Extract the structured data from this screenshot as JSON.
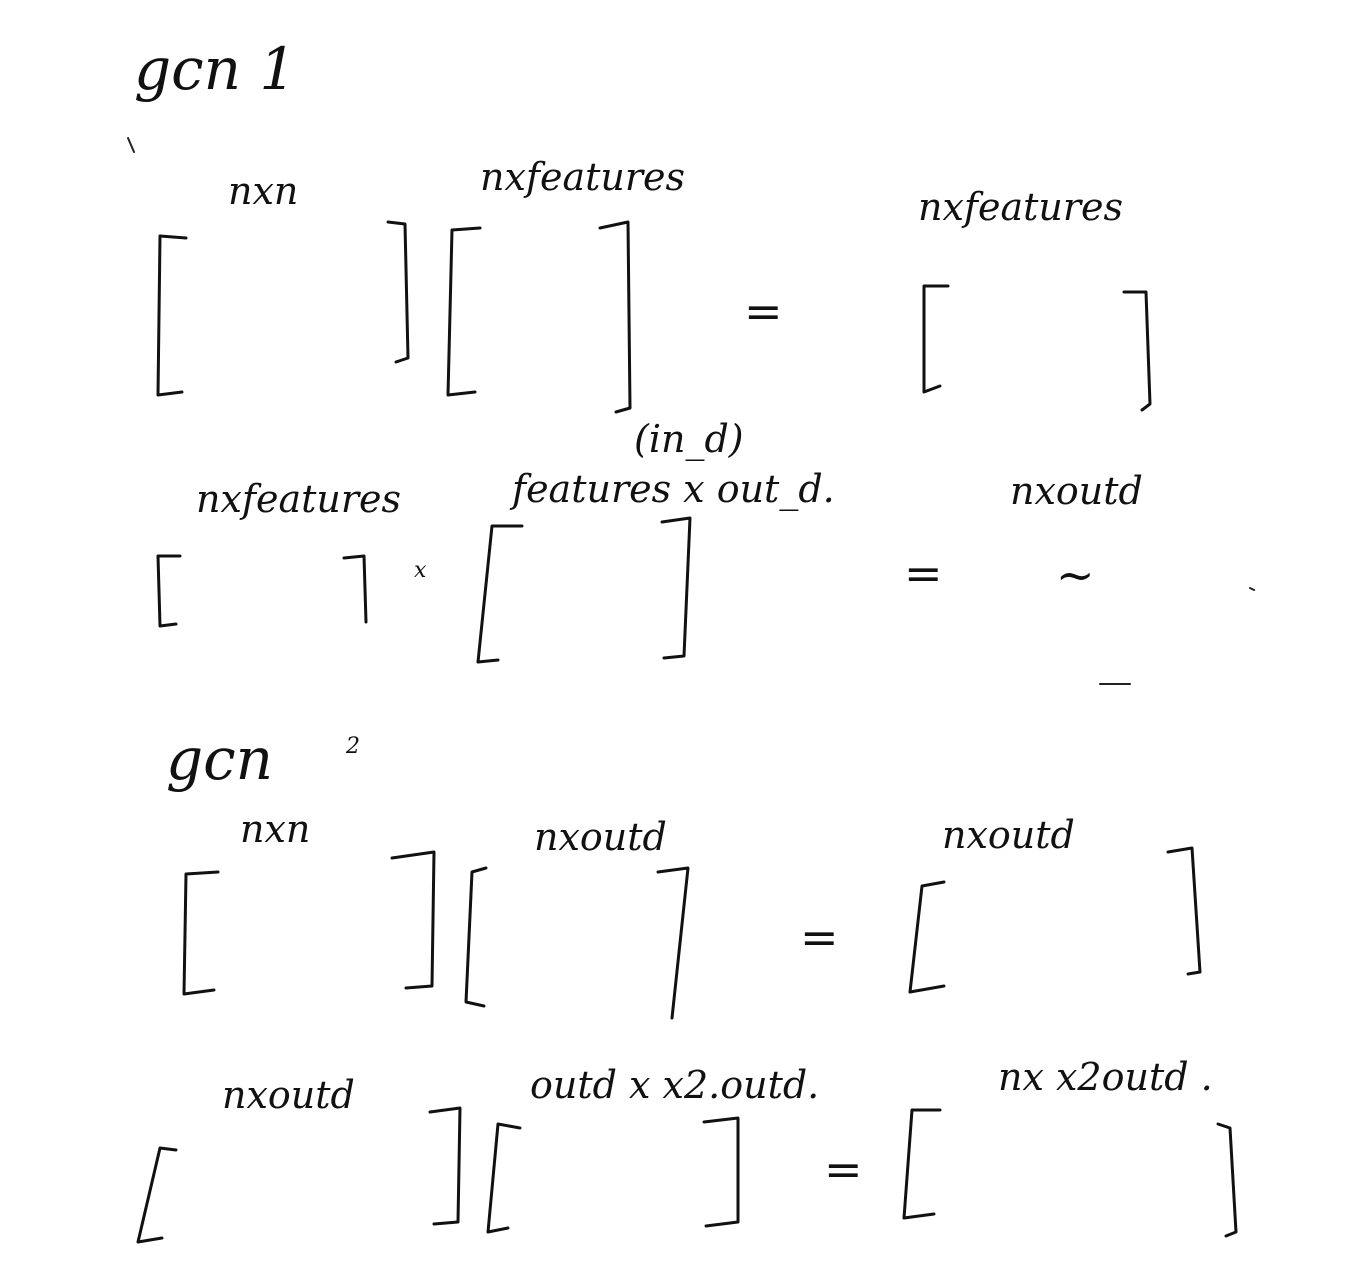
{
  "sections": [
    {
      "heading": "gcn 1",
      "equations": [
        {
          "labels": [
            "nxn",
            "nxfeatures",
            "nxfeatures"
          ],
          "operators": [
            "="
          ],
          "note": "(in_d)"
        },
        {
          "labels": [
            "nxfeatures",
            "features x out_d.",
            "nxoutd"
          ],
          "operators": [
            "x",
            "="
          ],
          "result": "~"
        }
      ]
    },
    {
      "heading": "gcn",
      "heading_superscript": "2",
      "equations": [
        {
          "labels": [
            "nxn",
            "nxoutd",
            "nxoutd"
          ],
          "operators": [
            "="
          ]
        },
        {
          "labels": [
            "nxoutd",
            "outd x x2.outd.",
            "nx x2outd ."
          ],
          "operators": [
            "="
          ]
        }
      ]
    }
  ]
}
